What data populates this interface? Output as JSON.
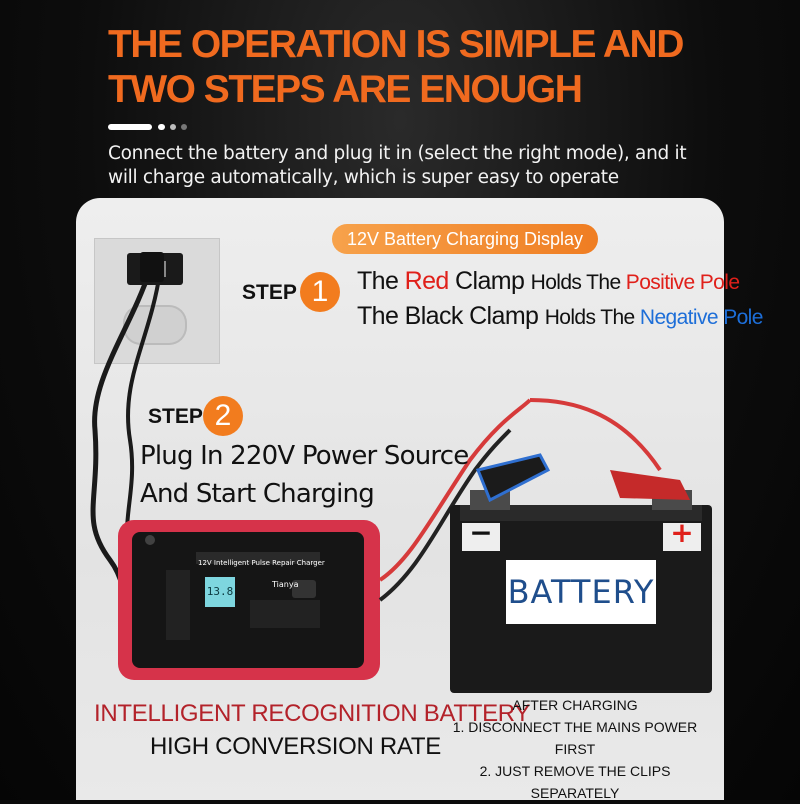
{
  "header": {
    "headline_line1": "THE OPERATION IS SIMPLE AND",
    "headline_line2": "TWO STEPS ARE ENOUGH",
    "intro_line1": "Connect the battery and plug it in (select the right mode), and it",
    "intro_line2": "will charge automatically, which is super easy to operate"
  },
  "display_label": "12V Battery Charging Display",
  "step1": {
    "label": "STEP",
    "number": "1",
    "line1_a": "The ",
    "line1_red": "Red",
    "line1_b": " Clamp ",
    "line1_c": "Holds The ",
    "line1_pos": "Positive Pole",
    "line2_a": "The Black Clamp ",
    "line2_b": "Holds The ",
    "line2_neg": "Negative Pole"
  },
  "step2": {
    "label": "STEP",
    "number": "2",
    "line1": "Plug In 220V Power Source",
    "line2": "And Start Charging"
  },
  "charger": {
    "title": "12V Intelligent Pulse Repair Charger",
    "brand": "Tianya",
    "lcd": "13.8"
  },
  "battery": {
    "label": "BATTERY",
    "minus": "−",
    "plus": "+"
  },
  "footer": {
    "intelligent": "INTELLIGENT RECOGNITION BATTERY",
    "high_conversion": "HIGH CONVERSION RATE",
    "after_title": "AFTER CHARGING",
    "after_1": "1. DISCONNECT THE MAINS POWER FIRST",
    "after_2": "2. JUST REMOVE THE CLIPS SEPARATELY"
  },
  "colors": {
    "accent_orange": "#f06a1f",
    "positive_red": "#e0201a",
    "negative_blue": "#1d6ed8",
    "charger_red": "#d6334a",
    "battery_label_blue": "#1f4e8c"
  },
  "icons": [
    "wall-outlet-icon",
    "power-plug-icon",
    "charger-device",
    "car-battery",
    "red-clamp",
    "black-clamp"
  ]
}
